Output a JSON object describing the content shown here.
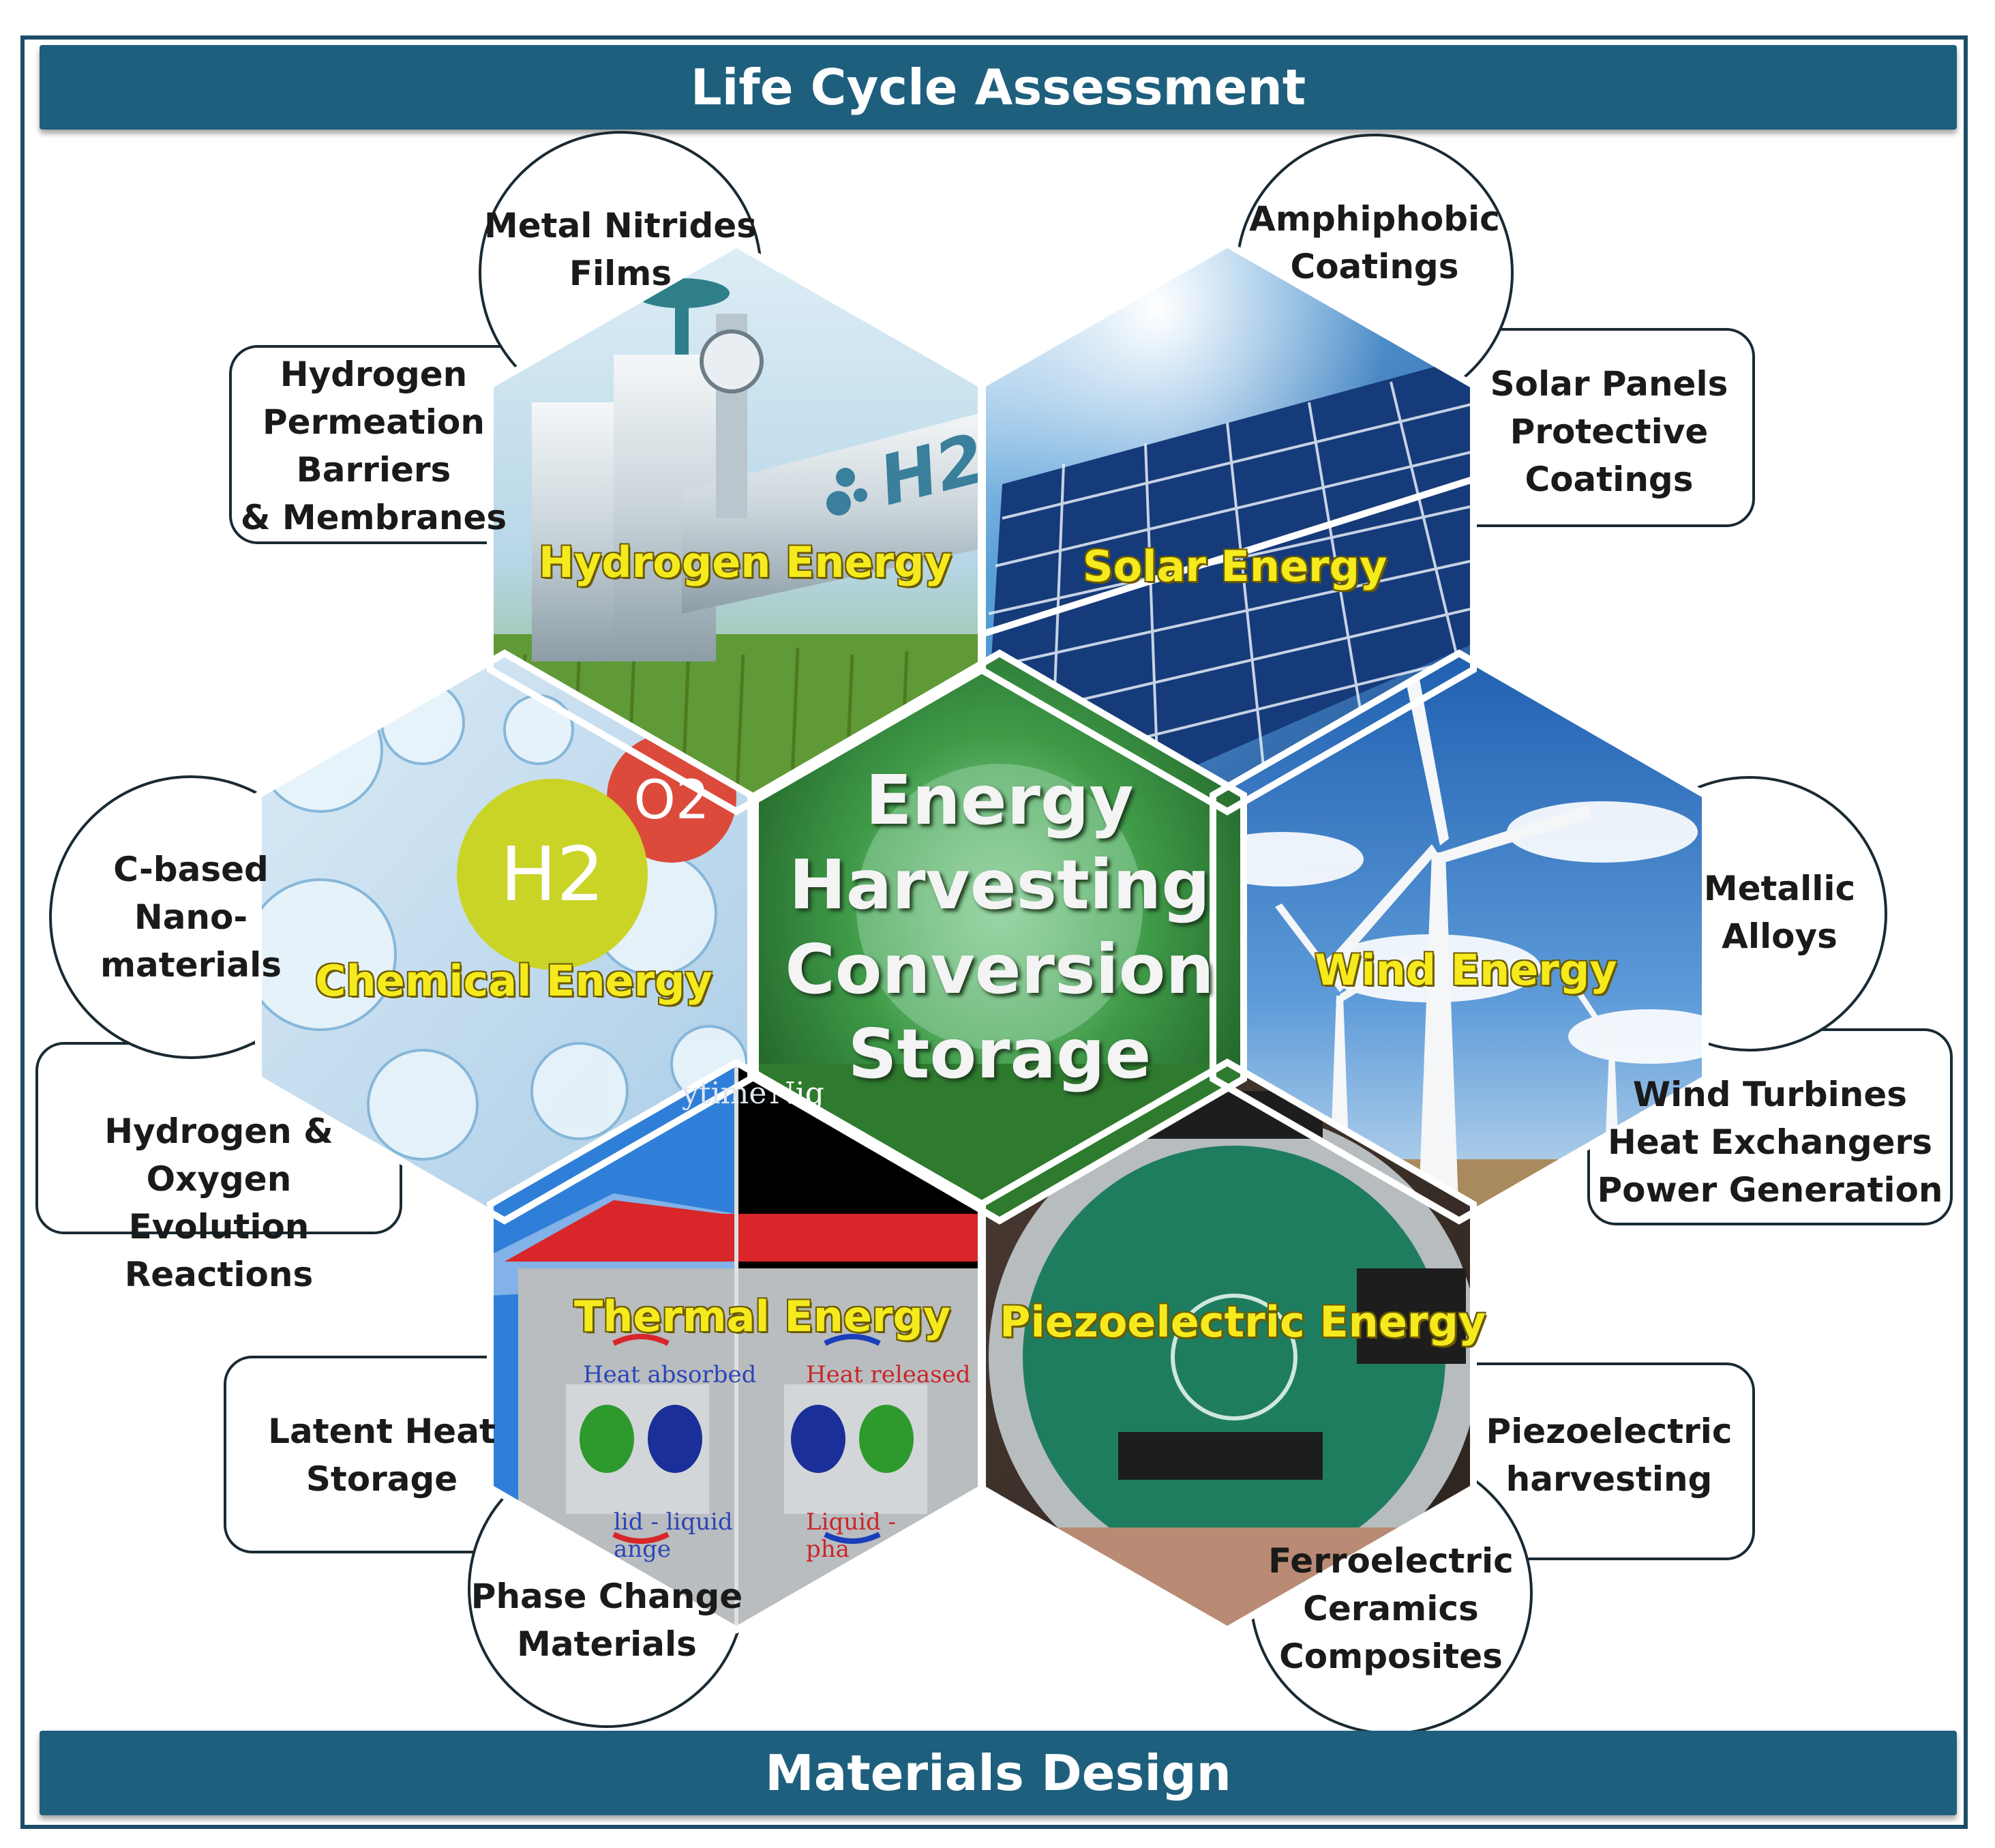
{
  "top_banner": "Life Cycle Assessment",
  "bottom_banner": "Materials Design",
  "center": {
    "label": "Energy\nHarvesting\nConversion\nStorage"
  },
  "hexagons": {
    "hydrogen": {
      "label": "Hydrogen Energy",
      "sub": "H2"
    },
    "solar": {
      "label": "Solar Energy"
    },
    "chemical": {
      "label": "Chemical Energy",
      "h2": "H2",
      "o2": "O2"
    },
    "wind": {
      "label": "Wind Energy"
    },
    "thermal": {
      "label": "Thermal Energy",
      "day": "ytime",
      "night": "Nig",
      "heat_absorbed": "Heat absorbed",
      "heat_released": "Heat released",
      "solid_liquid": "lid - liquid\nange",
      "liquid": "Liquid -\npha"
    },
    "piezo": {
      "label": "Piezoelectric Energy"
    }
  },
  "labels": {
    "metal_nitrides": "Metal Nitrides\nFilms",
    "hydrogen_permeation": "Hydrogen\nPermeation\nBarriers\n& Membranes",
    "amphiphobic": "Amphiphobic\nCoatings",
    "solar_panels": "Solar Panels\nProtective\nCoatings",
    "c_based": "C-based\nNano-\nmaterials",
    "hydrogen_oxygen": "Hydrogen & Oxygen\nEvolution Reactions",
    "metallic_alloys": "Metallic\nAlloys",
    "wind_turbines": "Wind Turbines\nHeat Exchangers\nPower Generation",
    "latent_heat": "Latent Heat\nStorage",
    "phase_change": "Phase Change\nMaterials",
    "piezo_harvesting": "Piezoelectric\nharvesting",
    "ferroelectric": "Ferroelectric\nCeramics\nComposites"
  },
  "colors": {
    "banner": "#1e5f7d",
    "hex_label": "#f5ea1d",
    "outline": "#1a2a33"
  }
}
